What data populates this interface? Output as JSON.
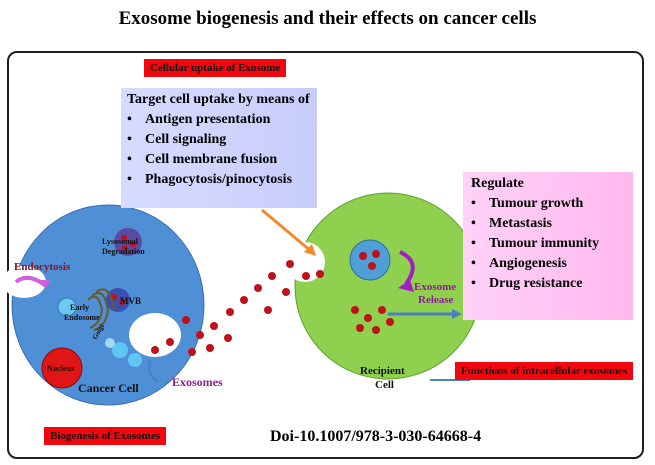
{
  "title": "Exosome biogenesis and their effects on cancer cells",
  "labels": {
    "cellular_uptake": "Cellular uptake of Exosome",
    "functions": "Functions of intracellular exosomes",
    "biogenesis": "Biogenesis of Exosomes"
  },
  "uptake": {
    "heading": "Target cell uptake by means of",
    "items": [
      "Antigen presentation",
      "Cell signaling",
      "Cell membrane fusion",
      "Phagocytosis/pinocytosis"
    ]
  },
  "regulate": {
    "heading": "Regulate",
    "items": [
      "Tumour growth",
      "Metastasis",
      "Tumour immunity",
      "Angiogenesis",
      "Drug resistance"
    ]
  },
  "cancer_cell": {
    "lysosomal": [
      "Lysosomal",
      "Degradation"
    ],
    "endocytosis": "Endocytosis",
    "early_endosome": [
      "Early",
      "Endosome"
    ],
    "mvb": "MVB",
    "golgi": "Golgi",
    "nucleus": "Nucleus",
    "name": "Cancer Cell"
  },
  "exosomes_label": "Exosomes",
  "recipient_cell": {
    "release": [
      "Exosome",
      "Release"
    ],
    "name": [
      "Recipient",
      "Cell"
    ]
  },
  "doi": "Doi-10.1007/978-3-030-64668-4",
  "colors": {
    "cancer_cell": "#4f8fd6",
    "recipient_cell": "#8fd14f",
    "exosome": "#c0101a",
    "label_red": "#f2070f",
    "uptake_box": "#cfd5fd",
    "regulate_box": "#ffc4f2",
    "arrow_orange": "#f08a2a",
    "arrow_blue": "#4a7fc0",
    "purple": "#a020c0"
  }
}
